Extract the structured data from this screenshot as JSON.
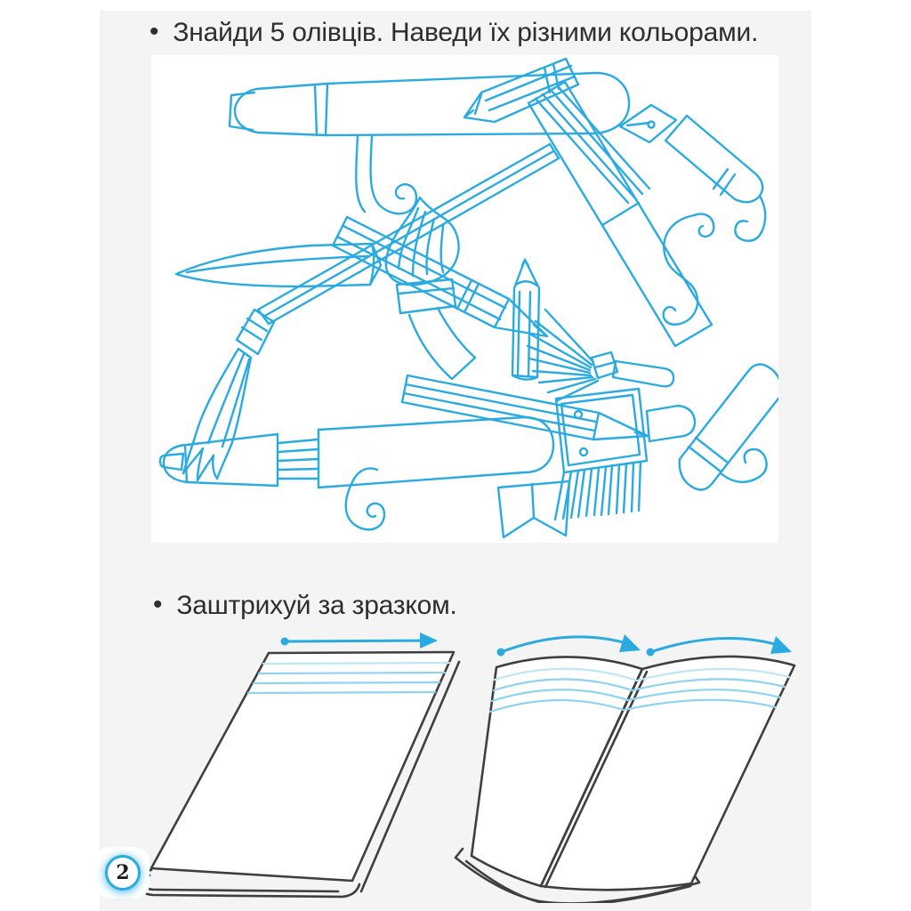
{
  "page": {
    "number": "2"
  },
  "colors": {
    "accent": "#29abe2",
    "hatch": "#8fd3f0",
    "hatch_light": "#bfe6f7",
    "outline": "#3f3f3f",
    "page_bg": "#f4f4f4",
    "text": "#2e2e2e"
  },
  "tasks": [
    {
      "bullet": "•",
      "text": "Знайди 5 олівців. Наведи їх різними кольорами."
    },
    {
      "bullet": "•",
      "text": "Заштрихуй за зразком."
    }
  ],
  "illustration_items": [
    "marker",
    "pencil",
    "fountain-pen",
    "round-paintbrush",
    "fan-brush",
    "flat-brush",
    "quill",
    "swirl-ornaments",
    "pennant"
  ]
}
